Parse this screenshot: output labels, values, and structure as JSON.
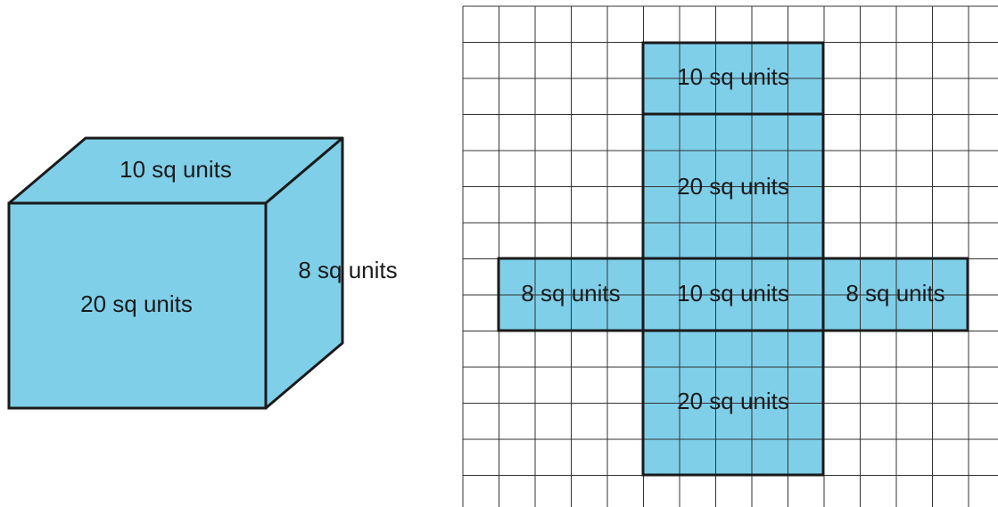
{
  "colors": {
    "face_fill": "#7fcfe9",
    "stroke": "#1a1a1a",
    "grid": "#333333",
    "background": "#ffffff"
  },
  "prism": {
    "top_label": "10 sq units",
    "front_label": "20 sq units",
    "side_label": "8 sq units"
  },
  "net": {
    "top_label": "10 sq units",
    "upper_label": "20 sq units",
    "left_label": "8 sq units",
    "center_label": "10 sq units",
    "right_label": "8 sq units",
    "bottom_label": "20 sq units"
  }
}
